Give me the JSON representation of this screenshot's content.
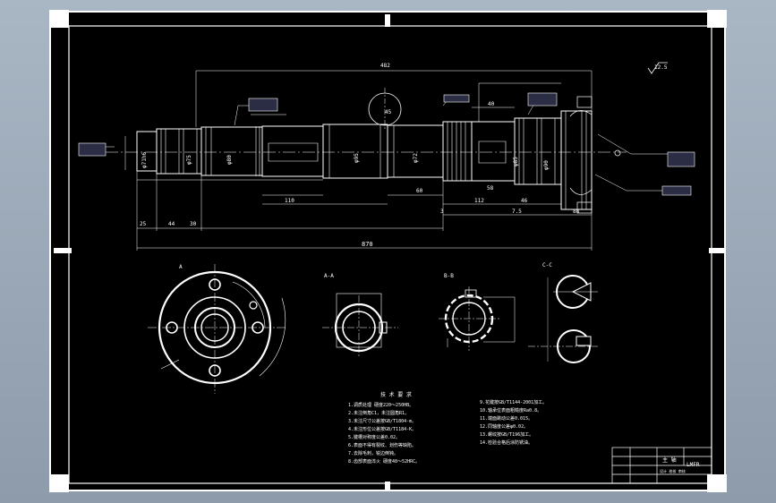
{
  "drawing": {
    "roughness_symbol": "12.5",
    "main_dims": {
      "overall_length": "870",
      "top_span": "482",
      "d1": "45",
      "d2": "112",
      "d3": "110",
      "d4": "60",
      "d5": "40",
      "d6": "58",
      "d7": "46",
      "d8": "25",
      "d9": "44",
      "d10": "30",
      "d11": "3",
      "d12": "7.5",
      "d13": "88"
    },
    "shaft_diameters": [
      "φ71h6",
      "φ75",
      "φ80",
      "φ95",
      "φ72",
      "φ85",
      "φ90"
    ],
    "section_labels": [
      "A",
      "A-A",
      "B-B",
      "C-C"
    ],
    "notes_title": "技 术 要 求",
    "notes_left": [
      "1.调质处理 硬度220～250HB。",
      "2.未注倒角C1，未注圆角R1。",
      "3.未注尺寸公差按GB/T1804-m。",
      "4.未注形位公差按GB/T1184-K。",
      "5.键槽对称度公差0.02。",
      "6.表面不得有裂纹、划伤等缺陷。",
      "7.去除毛刺，锐边倒钝。",
      "8.齿部表面淬火 硬度48～52HRC。"
    ],
    "notes_right": [
      "9.花键按GB/T1144-2001加工。",
      "10.轴承位表面粗糙度Ra0.8。",
      "11.端面跳动公差0.015。",
      "12.同轴度公差φ0.02。",
      "13.螺纹按GB/T196加工。",
      "14.检验合格后涂防锈油。"
    ],
    "title_block": {
      "name": "主 轴",
      "code": "LMFR",
      "sub": "设计 校核 审核"
    }
  }
}
